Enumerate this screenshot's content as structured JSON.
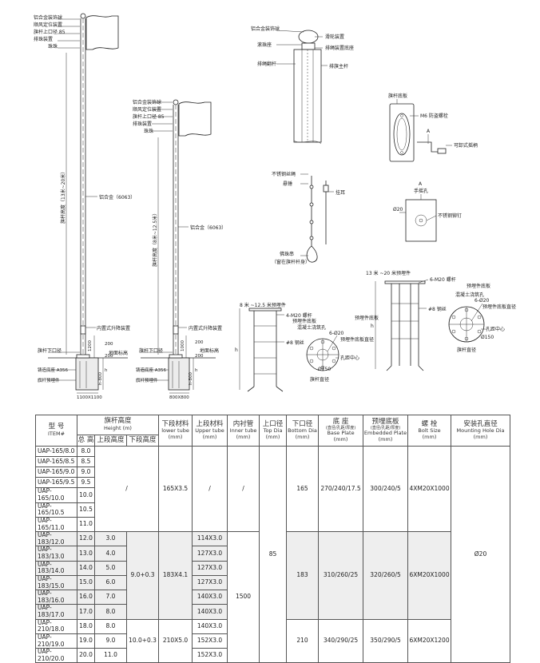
{
  "drawing": {
    "pole_big": {
      "top_labels": [
        "铝合金装饰球",
        "顺风定位装置",
        "旗杆上口径 85",
        "排珠装置",
        "珠珠"
      ],
      "height_label": "旗杆高度（13米~20米）",
      "material": "铝合金（6063）",
      "lift": "内置式升降装置",
      "bottom_dia": "旗杆下口径",
      "ground": "地面标高",
      "base_plate": "铸造底座 A356",
      "embedded": "旗杆预埋件",
      "foundation": "1100X1100",
      "dim_200a": "200",
      "dim_200b": "200",
      "dim_1200": "1200",
      "dim_h": "h",
      "dim_h800": "h-800"
    },
    "pole_small": {
      "top_labels": [
        "铝合金装饰球",
        "顺风定位装置",
        "旗杆上口径 85",
        "排珠装置",
        "珠珠"
      ],
      "height_label": "旗杆高度（8米~12.5米）",
      "material": "铝合金（6063）",
      "lift": "内置式升降装置",
      "bottom_dia": "旗杆下口径",
      "ground": "地面标高",
      "base_plate": "铸造底座 A356",
      "embedded": "旗杆预埋件",
      "foundation": "800X800",
      "dim_200a": "200",
      "dim_200b": "200",
      "dim_1000": "1000",
      "dim_h": "h",
      "dim_h800": "h-800"
    },
    "top_detail": [
      "铝合金装饰球",
      "滑轮装置",
      "滚珠座",
      "排绳装置底座",
      "排绳翻杆",
      "排旗主杆"
    ],
    "crank_detail": [
      "旗杆底板",
      "M6 防盗螺栓",
      "A",
      "可卸式摇柄"
    ],
    "view_a": [
      "A",
      "手摇孔",
      "Ø20",
      "不锈钢铆钉"
    ],
    "rope_detail": [
      "不锈钢丝绳",
      "悬锤",
      "挂耳",
      "佛珠串",
      "（窗在旗杆杆身）"
    ],
    "anchor_small": [
      "8 米 ~12.5 米预埋件",
      "4-M20 螺杆",
      "预埋件底板",
      "#8 钢丝",
      "h"
    ],
    "plate_small": [
      "混凝土浇筑孔",
      "6-Ø20",
      "预埋件底板直径",
      "孔距中心",
      "Ø150",
      "旗杆直径"
    ],
    "anchor_big": [
      "13 米 ~20 米预埋件",
      "6-M20 螺杆",
      "预埋件底板",
      "#8 钢丝",
      "h"
    ],
    "plate_big": [
      "预埋件底板",
      "混凝土浇筑孔",
      "6-Ø20",
      "预埋件底板直径",
      "孔距中心",
      "Ø150",
      "旗杆直径"
    ]
  },
  "table": {
    "headers": {
      "model_zh": "型  号",
      "model_en": "ITEM#",
      "height_zh": "旗杆高度",
      "height_en": "Height (m)",
      "total": "总 高",
      "upper_h": "上段高度",
      "lower_h": "下段高度",
      "lower_tube_zh": "下段材料",
      "lower_tube_en": "lower tube",
      "lower_tube_unit": "(mm)",
      "upper_tube_zh": "上段材料",
      "upper_tube_en": "Upper tube",
      "upper_tube_unit": "(mm)",
      "inner_zh": "内衬管",
      "inner_en": "Inner tube",
      "inner_unit": "(mm)",
      "top_zh": "上口径",
      "top_en": "Top Dia",
      "top_unit": "(mm)",
      "bottom_zh": "下口径",
      "bottom_en": "Bottom Dia",
      "bottom_unit": "(mm)",
      "base_zh": "底  座",
      "base_sub": "(直径/孔距/厚度)",
      "base_en": "Base Plate",
      "base_unit": "(mm)",
      "emb_zh": "预埋底板",
      "emb_sub": "(直径/孔距/厚度)",
      "emb_en": "Embedded Plate",
      "emb_unit": "(mm)",
      "bolt_zh": "螺  栓",
      "bolt_en": "Bolt Size",
      "bolt_unit": "(mm)",
      "hole_zh": "安装孔直径",
      "hole_en": "Mounting Hole Dia",
      "hole_unit": "(mm)"
    },
    "models": [
      "UAP-165/8.0",
      "UAP-165/8.5",
      "UAP-165/9.0",
      "UAP-165/9.5",
      "UAP-165/10.0",
      "UAP-165/10.5",
      "UAP-165/11.0",
      "UAP-183/12.0",
      "UAP-183/13.0",
      "UAP-183/14.0",
      "UAP-183/15.0",
      "UAP-183/16.0",
      "UAP-183/17.0",
      "UAP-210/18.0",
      "UAP-210/19.0",
      "UAP-210/20.0"
    ],
    "totals": [
      "8.0",
      "8.5",
      "9.0",
      "9.5",
      "10.0",
      "10.5",
      "11.0",
      "12.0",
      "13.0",
      "14.0",
      "15.0",
      "16.0",
      "17.0",
      "18.0",
      "19.0",
      "20.0"
    ],
    "upper_heights": [
      "3.0",
      "4.0",
      "5.0",
      "6.0",
      "7.0",
      "8.0",
      "8.0",
      "9.0",
      "11.0"
    ],
    "upper_tubes": [
      "114X3.0",
      "127X3.0",
      "127X3.0",
      "127X3.0",
      "140X3.0",
      "140X3.0",
      "140X3.0",
      "152X3.0",
      "152X3.0"
    ],
    "group165": {
      "merged_upper": "/",
      "lower_tube": "165X3.5",
      "upper_tube": "/",
      "inner": "/",
      "bottom": "165",
      "base": "270/240/17.5",
      "emb": "300/240/5",
      "bolt": "4XM20X1000"
    },
    "group183": {
      "lower_h": "9.0+0.3",
      "lower_tube": "183X4.1",
      "bottom": "183",
      "base": "310/260/25",
      "emb": "320/260/5",
      "bolt": "6XM20X1000"
    },
    "group210": {
      "lower_h": "10.0+0.3",
      "lower_tube": "210X5.0",
      "bottom": "210",
      "base": "340/290/25",
      "emb": "350/290/5",
      "bolt": "6XM20X1200"
    },
    "top_dia": "85",
    "inner_tube": "1500",
    "hole_dia": "Ø20"
  }
}
